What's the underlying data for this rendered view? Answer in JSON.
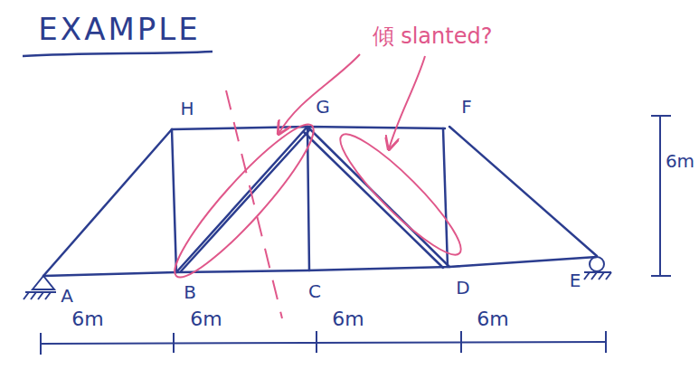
{
  "diagram": {
    "title": "EXAMPLE",
    "labels": [
      "H",
      "G",
      "F",
      "A",
      "B",
      "C",
      "D",
      "E",
      "6m",
      "6m",
      "6m",
      "6m",
      "6m",
      "傾 slanted?"
    ]
  }
}
